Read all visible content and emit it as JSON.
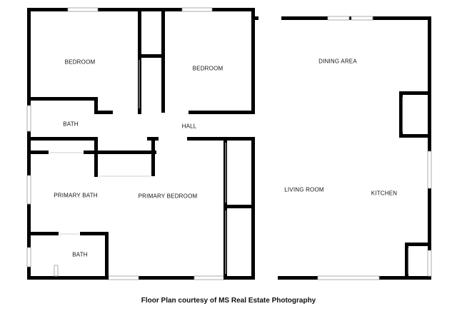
{
  "rooms": {
    "bedroom_1": "BEDROOM",
    "bedroom_2": "BEDROOM",
    "dining_area": "DINING AREA",
    "bath_1": "BATH",
    "hall": "HALL",
    "primary_bath": "PRIMARY BATH",
    "primary_bedroom": "PRIMARY BEDROOM",
    "living_room": "LIVING ROOM",
    "kitchen": "KITCHEN",
    "bath_2": "BATH"
  },
  "caption": "Floor Plan courtesy of MS Real Estate Photography",
  "colors": {
    "wall": "#000000",
    "window": "#9a9a9a",
    "background": "#ffffff"
  }
}
